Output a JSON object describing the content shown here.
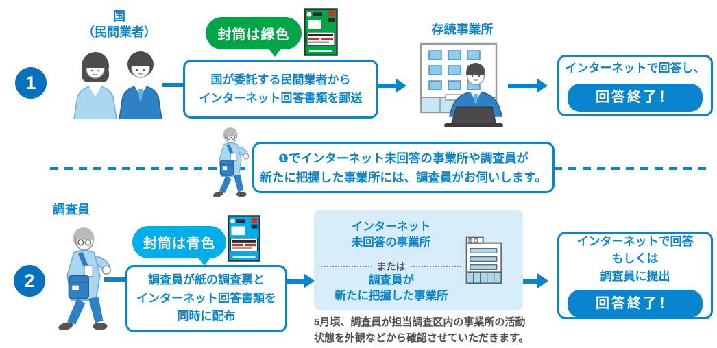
{
  "colors": {
    "accent_blue": "#0985CD",
    "number_circle_blue": "#0672BE",
    "bubble_green": "#00A546",
    "bubble_blue": "#00AEEB",
    "panel_bg": "#D6ECF8",
    "note_gray": "#4f4f4f"
  },
  "flow1": {
    "number": "1",
    "actor_lines": [
      "国",
      "（民間業者）"
    ],
    "bubble": "封筒は緑色",
    "step_lines": [
      "国が委託する民間業者から",
      "インターネット回答書類を郵送"
    ],
    "target_label": "存続事業所",
    "result_lines": [
      "インターネットで回答し、"
    ],
    "result_pill": "回答終了！"
  },
  "middle_note": {
    "lines": [
      "❶でインターネット未回答の事業所や調査員が",
      "新たに把握した事業所には、調査員がお伺いします。"
    ]
  },
  "flow2": {
    "number": "2",
    "actor_label": "調査員",
    "bubble": "封筒は青色",
    "step_lines": [
      "調査員が紙の調査票と",
      "インターネット回答書類を",
      "同時に配布"
    ],
    "panel": {
      "top_lines": [
        "インターネット",
        "未回答の事業所"
      ],
      "or_label": "または",
      "bottom_lines": [
        "調査員が",
        "新たに把握した事業所"
      ]
    },
    "panel_note_lines": [
      "5月頃、調査員が担当調査区内の事業所の活動",
      "状態を外観などから確認させていただきます。"
    ],
    "result_lines": [
      "インターネットで回答",
      "もしくは",
      "調査員に提出"
    ],
    "result_pill": "回答終了！"
  }
}
